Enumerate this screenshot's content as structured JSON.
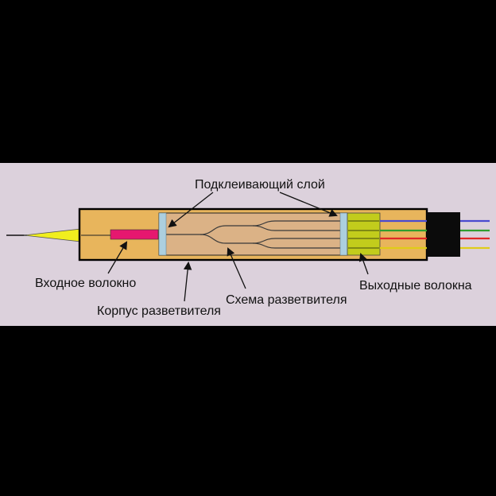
{
  "colors": {
    "letterbox": "#000000",
    "background": "#dcd1dc",
    "body": "#e8b55c",
    "inner": "#dbb286",
    "input_fiber": "#e6176f",
    "taper": "#f0ee1e",
    "adhesive": "#accfdf",
    "output_block": "#c2cc1c",
    "cable": "#0b0b0b",
    "wire_blue": "#4a4ad0",
    "wire_green": "#2f9e2f",
    "wire_red": "#e02828",
    "wire_yellow": "#e0cc18",
    "schematic_line": "#3a3a3a",
    "label_text": "#111111"
  },
  "labels": {
    "adhesive": "Подклеивающий слой",
    "input_fiber": "Входное волокно",
    "body": "Корпус разветвителя",
    "schematic": "Схема разветвителя",
    "output_fibers": "Выходные волокна"
  }
}
